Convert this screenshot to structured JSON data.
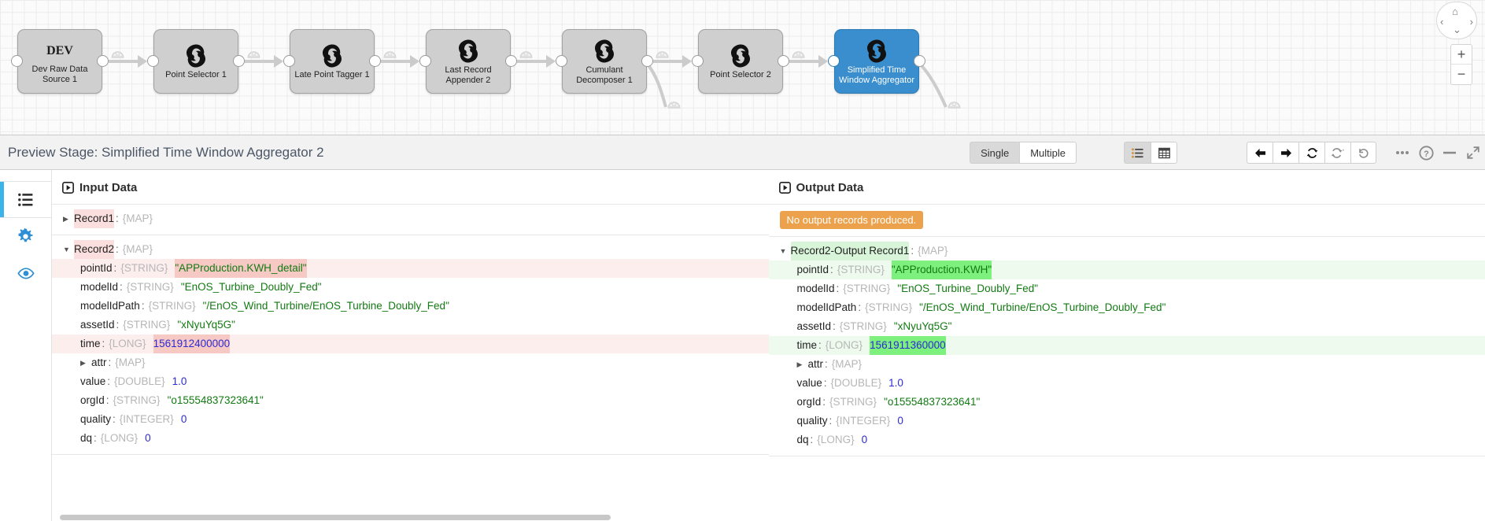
{
  "pipeline": {
    "stages": [
      {
        "id": "dev-raw-data-source-1",
        "label": "Dev Raw Data\nSource 1",
        "badge": "DEV",
        "icon": "envision-logo-icon",
        "selected": false
      },
      {
        "id": "point-selector-1",
        "label": "Point Selector 1",
        "badge": "",
        "icon": "envision-logo-icon",
        "selected": false
      },
      {
        "id": "late-point-tagger-1",
        "label": "Late Point Tagger 1",
        "badge": "",
        "icon": "envision-logo-icon",
        "selected": false
      },
      {
        "id": "last-record-appender-2",
        "label": "Last Record\nAppender 2",
        "badge": "",
        "icon": "envision-logo-icon",
        "selected": false
      },
      {
        "id": "cumulant-decomposer-1",
        "label": "Cumulant\nDecomposer 1",
        "badge": "",
        "icon": "envision-logo-icon",
        "selected": false
      },
      {
        "id": "point-selector-2",
        "label": "Point Selector 2",
        "badge": "",
        "icon": "envision-logo-icon",
        "selected": false
      },
      {
        "id": "simplified-time-window-aggregator",
        "label": "Simplified Time\nWindow Aggregator",
        "badge": "",
        "icon": "envision-logo-icon",
        "selected": true
      }
    ],
    "zoom_controls": {
      "zoom_in": "+",
      "zoom_out": "−",
      "pan_left": "‹",
      "pan_right": "›",
      "pan_down": "⌄",
      "home": "⌂"
    }
  },
  "toolbar": {
    "title": "Preview Stage: Simplified Time Window Aggregator 2",
    "mode_single": "Single",
    "mode_multiple": "Multiple",
    "mode_active": "Single",
    "view_list_icon": "list-view-icon",
    "view_table_icon": "table-view-icon",
    "nav_prev_icon": "arrow-left-icon",
    "nav_next_icon": "arrow-right-icon",
    "nav_refresh_icon": "refresh-icon",
    "nav_refresh_all_icon": "refresh-all-icon",
    "nav_revert_icon": "revert-icon",
    "more_icon": "ellipsis-icon",
    "help_icon": "help-icon",
    "minimize_icon": "minimize-icon",
    "expand_icon": "expand-icon"
  },
  "rail": {
    "items": [
      {
        "id": "preview-list",
        "icon": "list-icon",
        "active": true
      },
      {
        "id": "stage-configuration",
        "icon": "gear-icon",
        "active": false
      },
      {
        "id": "watch-expressions",
        "icon": "eye-icon",
        "active": false
      }
    ]
  },
  "input_panel": {
    "title": "Input Data",
    "icon": "play-square-icon",
    "records": [
      {
        "name": "Record1",
        "type": "{MAP}",
        "expanded": false,
        "caret": "▶",
        "name_mark": "pink",
        "fields": []
      },
      {
        "name": "Record2",
        "type": "{MAP}",
        "expanded": true,
        "caret": "▼",
        "name_mark": "pink",
        "fields": [
          {
            "key": "pointId",
            "type": "{STRING}",
            "value": "\"APProduction.KWH_detail\"",
            "value_kind": "string",
            "row_mark": "pink",
            "value_mark": "pink"
          },
          {
            "key": "modelId",
            "type": "{STRING}",
            "value": "\"EnOS_Turbine_Doubly_Fed\"",
            "value_kind": "string",
            "row_mark": "",
            "value_mark": ""
          },
          {
            "key": "modelIdPath",
            "type": "{STRING}",
            "value": "\"/EnOS_Wind_Turbine/EnOS_Turbine_Doubly_Fed\"",
            "value_kind": "string",
            "row_mark": "",
            "value_mark": ""
          },
          {
            "key": "assetId",
            "type": "{STRING}",
            "value": "\"xNyuYq5G\"",
            "value_kind": "string",
            "row_mark": "",
            "value_mark": ""
          },
          {
            "key": "time",
            "type": "{LONG}",
            "value": "1561912400000",
            "value_kind": "number",
            "row_mark": "pink",
            "value_mark": "pink"
          },
          {
            "key": "attr",
            "type": "{MAP}",
            "value": "",
            "value_kind": "none",
            "row_mark": "",
            "value_mark": "",
            "caret": "▶"
          },
          {
            "key": "value",
            "type": "{DOUBLE}",
            "value": "1.0",
            "value_kind": "number",
            "row_mark": "",
            "value_mark": ""
          },
          {
            "key": "orgId",
            "type": "{STRING}",
            "value": "\"o15554837323641\"",
            "value_kind": "string",
            "row_mark": "",
            "value_mark": ""
          },
          {
            "key": "quality",
            "type": "{INTEGER}",
            "value": "0",
            "value_kind": "number",
            "row_mark": "",
            "value_mark": ""
          },
          {
            "key": "dq",
            "type": "{LONG}",
            "value": "0",
            "value_kind": "number",
            "row_mark": "",
            "value_mark": ""
          }
        ]
      }
    ]
  },
  "output_panel": {
    "title": "Output Data",
    "icon": "play-square-icon",
    "notice": "No output records produced.",
    "records": [
      {
        "name": "Record2-Output Record1",
        "type": "{MAP}",
        "expanded": true,
        "caret": "▼",
        "name_mark": "green",
        "fields": [
          {
            "key": "pointId",
            "type": "{STRING}",
            "value": "\"APProduction.KWH\"",
            "value_kind": "string",
            "row_mark": "green",
            "value_mark": "green"
          },
          {
            "key": "modelId",
            "type": "{STRING}",
            "value": "\"EnOS_Turbine_Doubly_Fed\"",
            "value_kind": "string",
            "row_mark": "",
            "value_mark": ""
          },
          {
            "key": "modelIdPath",
            "type": "{STRING}",
            "value": "\"/EnOS_Wind_Turbine/EnOS_Turbine_Doubly_Fed\"",
            "value_kind": "string",
            "row_mark": "",
            "value_mark": ""
          },
          {
            "key": "assetId",
            "type": "{STRING}",
            "value": "\"xNyuYq5G\"",
            "value_kind": "string",
            "row_mark": "",
            "value_mark": ""
          },
          {
            "key": "time",
            "type": "{LONG}",
            "value": "1561911360000",
            "value_kind": "number",
            "row_mark": "green",
            "value_mark": "green"
          },
          {
            "key": "attr",
            "type": "{MAP}",
            "value": "",
            "value_kind": "none",
            "row_mark": "",
            "value_mark": "",
            "caret": "▶"
          },
          {
            "key": "value",
            "type": "{DOUBLE}",
            "value": "1.0",
            "value_kind": "number",
            "row_mark": "",
            "value_mark": ""
          },
          {
            "key": "orgId",
            "type": "{STRING}",
            "value": "\"o15554837323641\"",
            "value_kind": "string",
            "row_mark": "",
            "value_mark": ""
          },
          {
            "key": "quality",
            "type": "{INTEGER}",
            "value": "0",
            "value_kind": "number",
            "row_mark": "",
            "value_mark": ""
          },
          {
            "key": "dq",
            "type": "{LONG}",
            "value": "0",
            "value_kind": "number",
            "row_mark": "",
            "value_mark": ""
          }
        ]
      }
    ]
  },
  "colors": {
    "selected_stage": "#3a8ecd",
    "accent_blue": "#3498db",
    "badge_orange": "#eca24c",
    "value_string_green": "#127a12",
    "value_number_blue": "#2b2bd4",
    "highlight_pink_row": "#fdeeee",
    "highlight_pink_value": "#f6c9c4",
    "highlight_green_row": "#eefaee",
    "highlight_green_value": "#7ef07e"
  }
}
